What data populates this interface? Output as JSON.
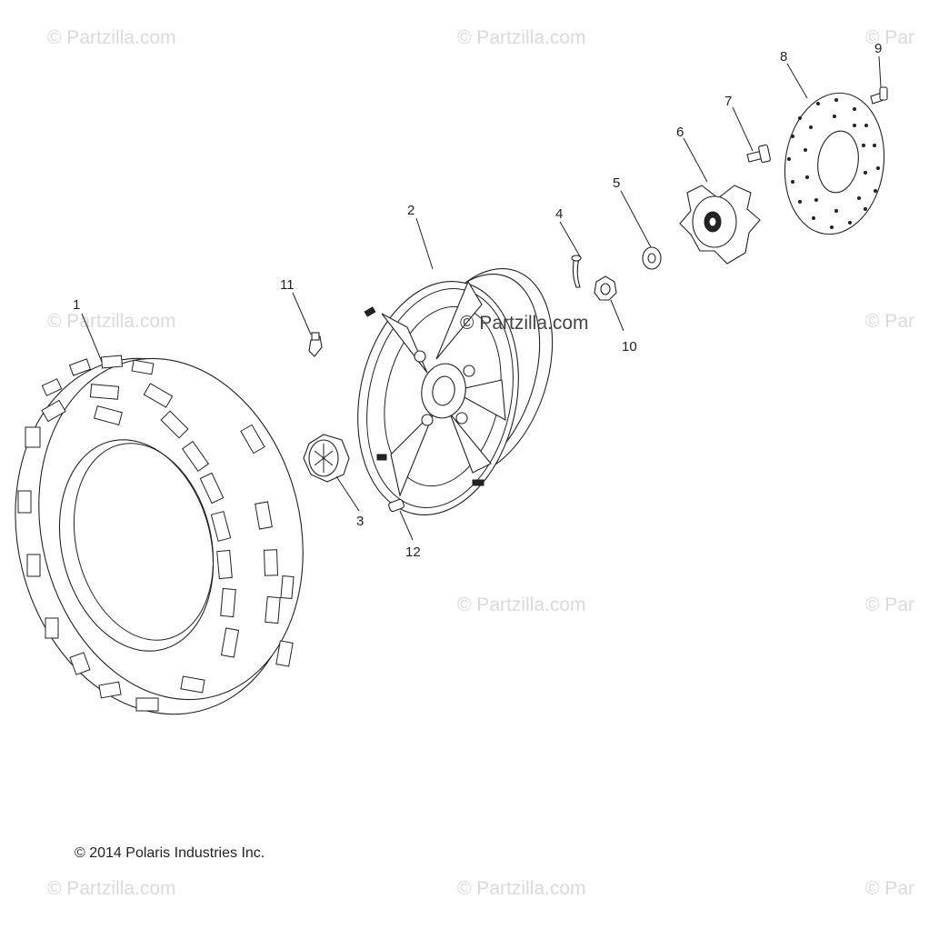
{
  "watermark": "© Partzilla.com",
  "center_watermark": "© Partzilla.com",
  "copyright": "© 2014 Polaris Industries Inc.",
  "callouts": [
    "1",
    "2",
    "3",
    "4",
    "5",
    "6",
    "7",
    "8",
    "9",
    "10",
    "11",
    "12"
  ],
  "watermark_clip": "© Par"
}
